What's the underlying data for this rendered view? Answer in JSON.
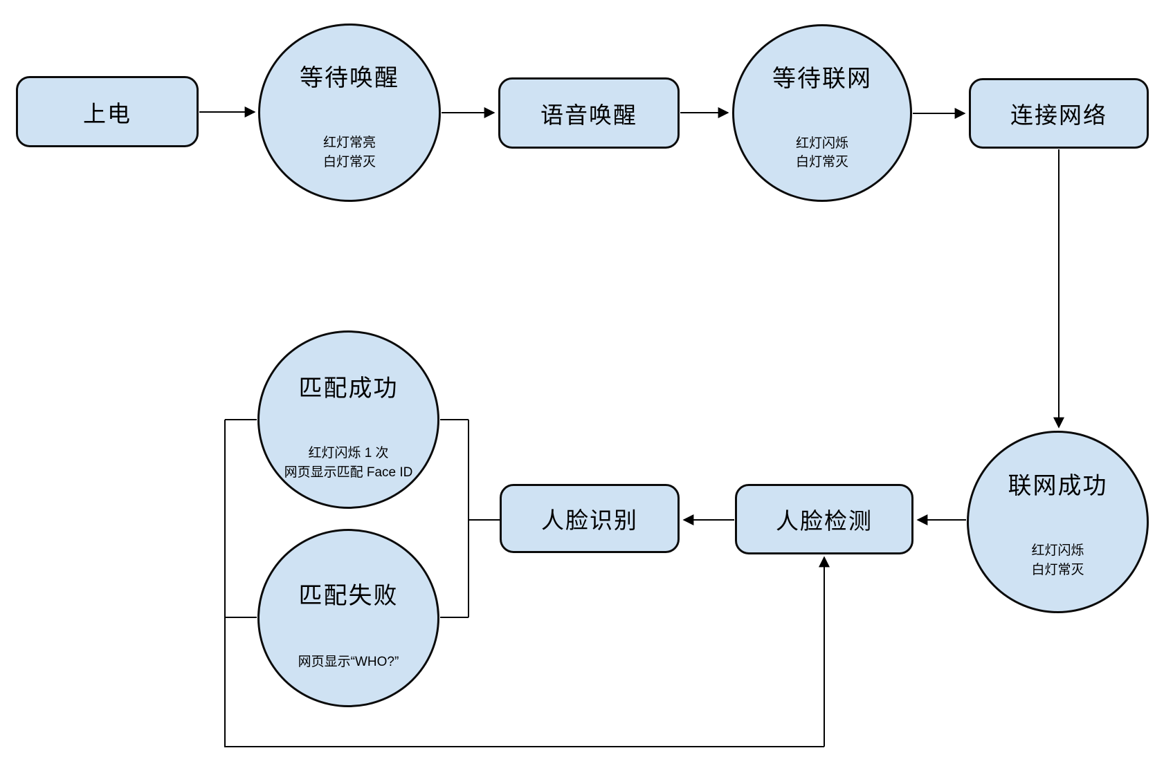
{
  "colors": {
    "background": "#ffffff",
    "node_fill": "#cfe2f3",
    "node_stroke": "#0b0b0b",
    "connector": "#000000",
    "text": "#000000"
  },
  "nodes": {
    "power_on": {
      "shape": "rounded-rect",
      "label": "上电"
    },
    "wait_wake": {
      "shape": "circle",
      "title": "等待唤醒",
      "notes": [
        "红灯常亮",
        "白灯常灭"
      ]
    },
    "voice_wake": {
      "shape": "rounded-rect",
      "label": "语音唤醒"
    },
    "wait_network": {
      "shape": "circle",
      "title": "等待联网",
      "notes": [
        "红灯闪烁",
        "白灯常灭"
      ]
    },
    "connect_network": {
      "shape": "rounded-rect",
      "label": "连接网络"
    },
    "network_success": {
      "shape": "circle",
      "title": "联网成功",
      "notes": [
        "红灯闪烁",
        "白灯常灭"
      ]
    },
    "face_detection": {
      "shape": "rounded-rect",
      "label": "人脸检测"
    },
    "face_recognition": {
      "shape": "rounded-rect",
      "label": "人脸识别"
    },
    "match_success": {
      "shape": "circle",
      "title": "匹配成功",
      "notes": [
        "红灯闪烁 1 次",
        "网页显示匹配 Face ID"
      ]
    },
    "match_fail": {
      "shape": "circle",
      "title": "匹配失败",
      "notes": [
        "网页显示“WHO?”"
      ]
    }
  },
  "edges": [
    {
      "from": "上电",
      "to": "等待唤醒",
      "arrow": true
    },
    {
      "from": "等待唤醒",
      "to": "语音唤醒",
      "arrow": true
    },
    {
      "from": "语音唤醒",
      "to": "等待联网",
      "arrow": true
    },
    {
      "from": "等待联网",
      "to": "连接网络",
      "arrow": true
    },
    {
      "from": "连接网络",
      "to": "联网成功",
      "arrow": true
    },
    {
      "from": "联网成功",
      "to": "人脸检测",
      "arrow": true
    },
    {
      "from": "人脸检测",
      "to": "人脸识别",
      "arrow": true
    },
    {
      "from": "人脸识别",
      "to": "匹配成功",
      "arrow": false
    },
    {
      "from": "人脸识别",
      "to": "匹配失败",
      "arrow": false
    },
    {
      "from": "匹配成功",
      "to": "人脸检测",
      "arrow": true,
      "via": "bottom-feedback-line"
    },
    {
      "from": "匹配失败",
      "to": "人脸检测",
      "arrow": true,
      "via": "bottom-feedback-line"
    }
  ]
}
